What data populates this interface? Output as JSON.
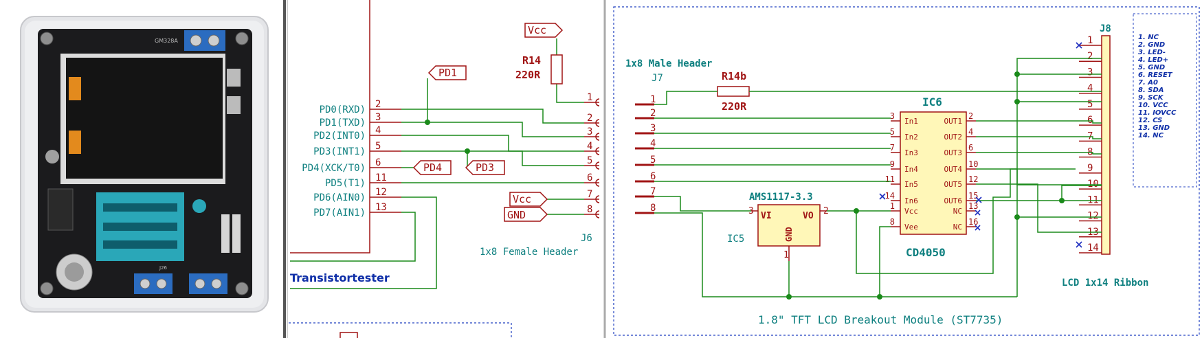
{
  "colors": {
    "wire": "#1a8a1a",
    "component": "#a01414",
    "label_teal": "#0f8080",
    "title_blue": "#1030a8",
    "module_fill": "#fff7b8",
    "ribbon_fill": "#fff7b8",
    "junction": "#1a8a1a",
    "noconnect": "#2030c0",
    "photo_bg": "#e9e9ec",
    "pcb": "#1b1b1d",
    "terminal_blue": "#2b6cc0",
    "lcd": "#141414"
  },
  "photo": {
    "device_label": "GM328A",
    "terminal_label": "J26",
    "icon": "tester-photo"
  },
  "left_schematic": {
    "pins": [
      {
        "label": "PD0(RXD)",
        "number": "2"
      },
      {
        "label": "PD1(TXD)",
        "number": "3"
      },
      {
        "label": "PD2(INT0)",
        "number": "4"
      },
      {
        "label": "PD3(INT1)",
        "number": "5"
      },
      {
        "label": "PD4(XCK/T0)",
        "number": "6"
      },
      {
        "label": "PD5(T1)",
        "number": "11"
      },
      {
        "label": "PD6(AIN0)",
        "number": "12"
      },
      {
        "label": "PD7(AIN1)",
        "number": "13"
      }
    ],
    "flags": {
      "pd1": "PD1",
      "pd3": "PD3",
      "pd4": "PD4"
    },
    "vcc_top": "Vcc",
    "vcc_mid": "Vcc",
    "gnd": "GND",
    "resistor": {
      "ref": "R14",
      "value": "220R"
    },
    "connector": {
      "pins": [
        "1",
        "2",
        "3",
        "4",
        "5",
        "6",
        "7",
        "8"
      ],
      "ref": "J6",
      "name": "1x8 Female Header"
    },
    "sheet_title": "Transistortester"
  },
  "right_schematic": {
    "header": {
      "name": "1x8 Male Header",
      "ref": "J7",
      "pins": [
        "1",
        "2",
        "3",
        "4",
        "5",
        "6",
        "7",
        "8"
      ]
    },
    "resistor": {
      "ref": "R14b",
      "value": "220R"
    },
    "ic6": {
      "ref": "IC6",
      "part": "CD4050",
      "left_pins": [
        {
          "num": "3",
          "name": "In1"
        },
        {
          "num": "5",
          "name": "In2"
        },
        {
          "num": "7",
          "name": "In3"
        },
        {
          "num": "9",
          "name": "In4"
        },
        {
          "num": "11",
          "name": "In5"
        },
        {
          "num": "14",
          "name": "In6"
        },
        {
          "num": "1",
          "name": "Vcc"
        },
        {
          "num": "8",
          "name": "Vee"
        }
      ],
      "right_pins": [
        {
          "num": "2",
          "name": "OUT1"
        },
        {
          "num": "4",
          "name": "OUT2"
        },
        {
          "num": "6",
          "name": "OUT3"
        },
        {
          "num": "10",
          "name": "OUT4"
        },
        {
          "num": "12",
          "name": "OUT5"
        },
        {
          "num": "15",
          "name": "OUT6"
        },
        {
          "num": "13",
          "name": "NC"
        },
        {
          "num": "16",
          "name": "NC"
        }
      ]
    },
    "ic5": {
      "ref": "IC5",
      "part": "AMS1117-3.3",
      "pin_vi_num": "3",
      "pin_vi": "VI",
      "pin_vo_num": "2",
      "pin_vo": "VO",
      "pin_gnd_num": "1",
      "pin_gnd": "GND"
    },
    "ribbon": {
      "ref": "J8",
      "pins": [
        "1",
        "2",
        "3",
        "4",
        "5",
        "6",
        "7",
        "8",
        "9",
        "10",
        "11",
        "12",
        "13",
        "14"
      ],
      "name": "LCD 1x14 Ribbon"
    },
    "pinout_legend": [
      "1.  NC",
      "2.  GND",
      "3.  LED-",
      "4.  LED+",
      "5.  GND",
      "6.  RESET",
      "7.  A0",
      "8.  SDA",
      "9.  SCK",
      "10. VCC",
      "11. IOVCC",
      "12. CS",
      "13. GND",
      "14. NC"
    ],
    "module_title": "1.8\" TFT LCD Breakout Module (ST7735)"
  }
}
